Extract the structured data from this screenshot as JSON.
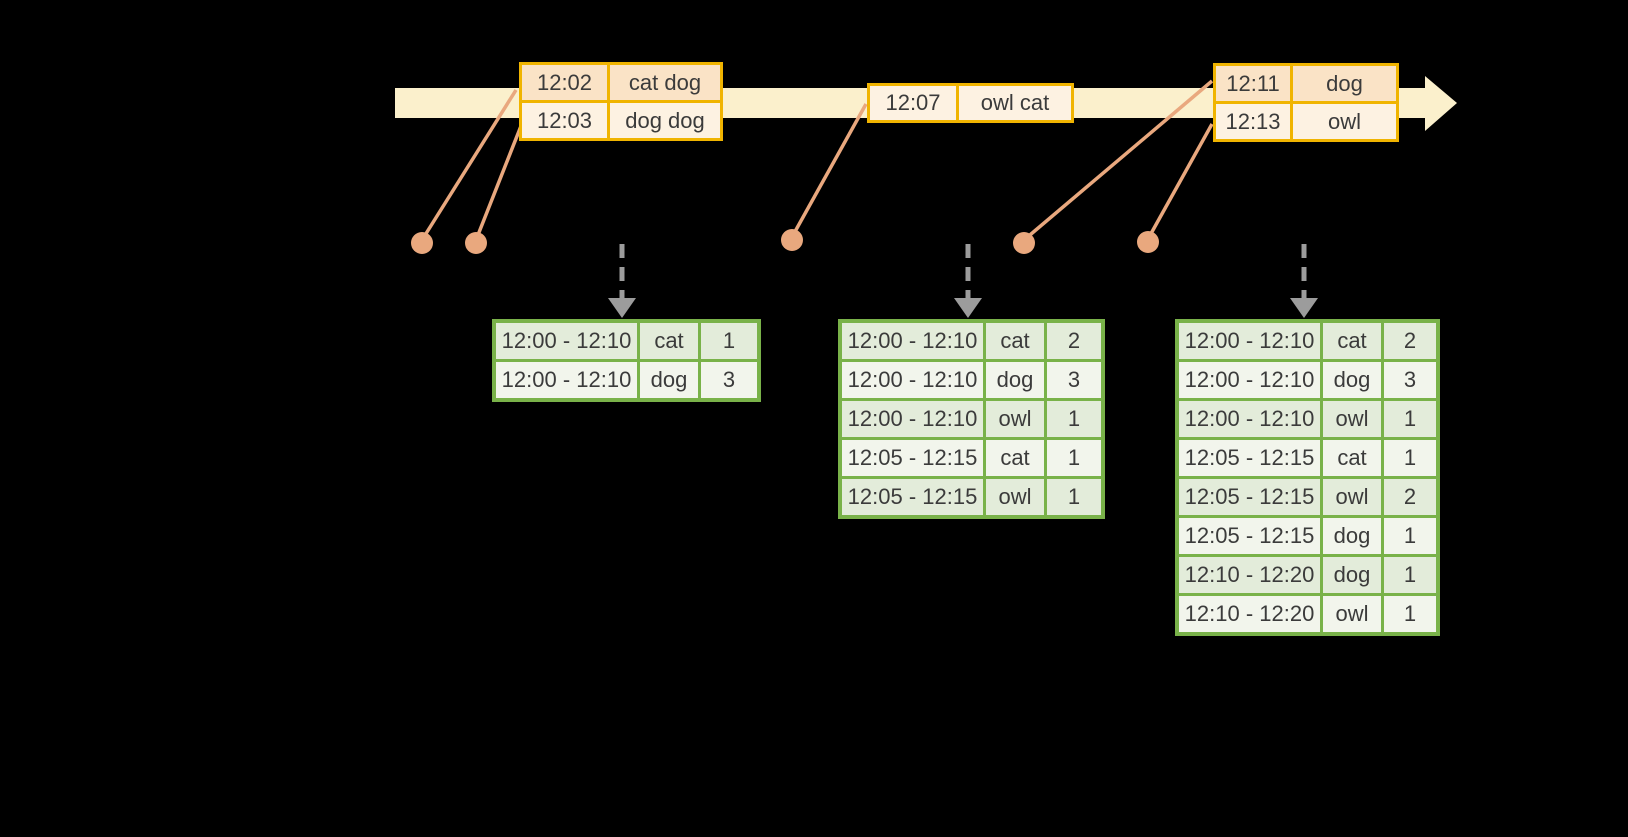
{
  "diagram_type": "streaming-windowed-word-count-timeline",
  "colors": {
    "background": "#000000",
    "timeline": "#FBF0CC",
    "gold": "#F0B400",
    "event_row_dark": "#FAE3C6",
    "event_row_light": "#FDF2E2",
    "salmon": "#E9A87E",
    "green": "#79B249",
    "result_row_dark": "#E3ECDA",
    "result_row_light": "#F2F5EC",
    "arrow_gray": "#9C9C9C",
    "text": "#3B3B3B"
  },
  "events": [
    {
      "rows": [
        {
          "time": "12:02",
          "words": "cat dog"
        },
        {
          "time": "12:03",
          "words": "dog dog"
        }
      ]
    },
    {
      "rows": [
        {
          "time": "12:07",
          "words": "owl cat"
        }
      ]
    },
    {
      "rows": [
        {
          "time": "12:11",
          "words": "dog"
        },
        {
          "time": "12:13",
          "words": "owl"
        }
      ]
    }
  ],
  "results": [
    {
      "rows": [
        {
          "window": "12:00 - 12:10",
          "word": "cat",
          "count": "1"
        },
        {
          "window": "12:00 - 12:10",
          "word": "dog",
          "count": "3"
        }
      ]
    },
    {
      "rows": [
        {
          "window": "12:00 - 12:10",
          "word": "cat",
          "count": "2"
        },
        {
          "window": "12:00 - 12:10",
          "word": "dog",
          "count": "3"
        },
        {
          "window": "12:00 - 12:10",
          "word": "owl",
          "count": "1"
        },
        {
          "window": "12:05 - 12:15",
          "word": "cat",
          "count": "1"
        },
        {
          "window": "12:05 - 12:15",
          "word": "owl",
          "count": "1"
        }
      ]
    },
    {
      "rows": [
        {
          "window": "12:00 - 12:10",
          "word": "cat",
          "count": "2"
        },
        {
          "window": "12:00 - 12:10",
          "word": "dog",
          "count": "3"
        },
        {
          "window": "12:00 - 12:10",
          "word": "owl",
          "count": "1"
        },
        {
          "window": "12:05 - 12:15",
          "word": "cat",
          "count": "1"
        },
        {
          "window": "12:05 - 12:15",
          "word": "owl",
          "count": "2"
        },
        {
          "window": "12:05 - 12:15",
          "word": "dog",
          "count": "1"
        },
        {
          "window": "12:10 - 12:20",
          "word": "dog",
          "count": "1"
        },
        {
          "window": "12:10 - 12:20",
          "word": "owl",
          "count": "1"
        }
      ]
    }
  ]
}
